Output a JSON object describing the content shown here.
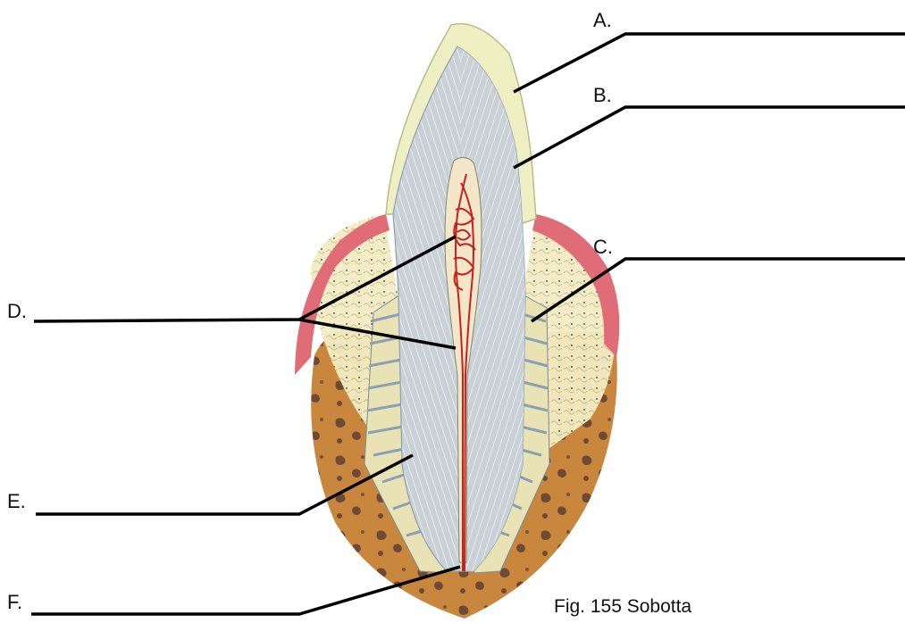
{
  "labels": {
    "a": "A.",
    "b": "B.",
    "c": "C.",
    "d": "D.",
    "e": "E.",
    "f": "F."
  },
  "caption": "Fig. 155 Sobotta",
  "colors": {
    "enamel": "#eef0c4",
    "dentin": "#c9d0d6",
    "pulp": "#f4e6c8",
    "vessels": "#c6211e",
    "gingiva": "#e06c78",
    "soft_tissue": "#f3ebc3",
    "bone": "#c9873e",
    "marrow_spaces": "#6e4a36",
    "leader_lines": "#000000"
  }
}
